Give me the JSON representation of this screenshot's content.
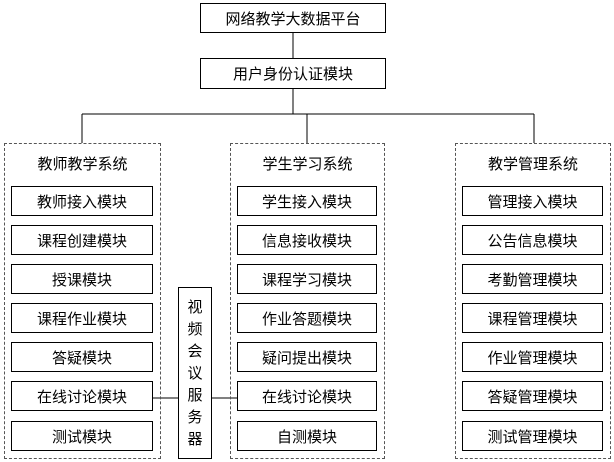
{
  "platform": {
    "title": "网络教学大数据平台"
  },
  "auth": {
    "title": "用户身份认证模块"
  },
  "teacher": {
    "title": "教师教学系统",
    "modules": [
      "教师接入模块",
      "课程创建模块",
      "授课模块",
      "课程作业模块",
      "答疑模块",
      "在线讨论模块",
      "测试模块"
    ]
  },
  "student": {
    "title": "学生学习系统",
    "modules": [
      "学生接入模块",
      "信息接收模块",
      "课程学习模块",
      "作业答题模块",
      "疑问提出模块",
      "在线讨论模块",
      "自测模块"
    ]
  },
  "management": {
    "title": "教学管理系统",
    "modules": [
      "管理接入模块",
      "公告信息模块",
      "考勤管理模块",
      "课程管理模块",
      "作业管理模块",
      "答疑管理模块",
      "测试管理模块"
    ]
  },
  "video_server": {
    "title": "视频会议服务器",
    "chars": [
      "视",
      "频",
      "会",
      "议",
      "服",
      "务",
      "器"
    ]
  }
}
